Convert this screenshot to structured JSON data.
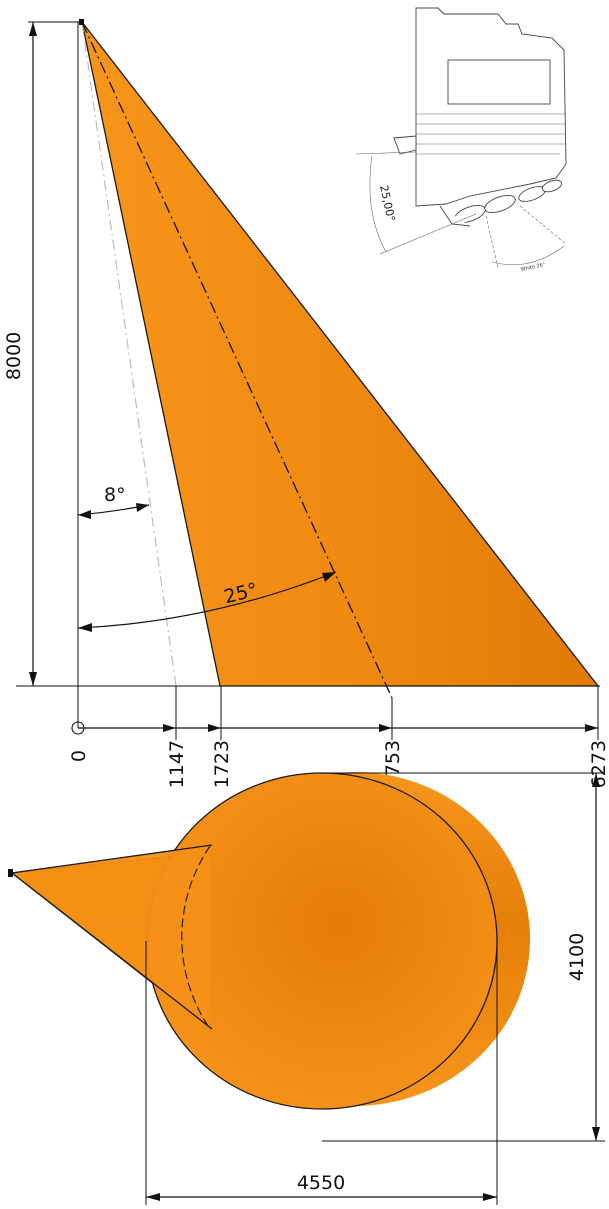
{
  "side_view": {
    "height_label": "8000",
    "angle_small_label": "8°",
    "angle_large_label": "25°",
    "x_ticks": [
      "0",
      "1147",
      "1723",
      "3753",
      "6273"
    ]
  },
  "top_view": {
    "width_label": "4550",
    "height_label": "4100"
  },
  "detail": {
    "angle_label": "25,00°",
    "beam_label": "White 26°"
  },
  "colors": {
    "beam_fill": "#F08A10",
    "beam_dark": "#D97706",
    "beam_light": "#FFA326",
    "line": "#111111"
  }
}
